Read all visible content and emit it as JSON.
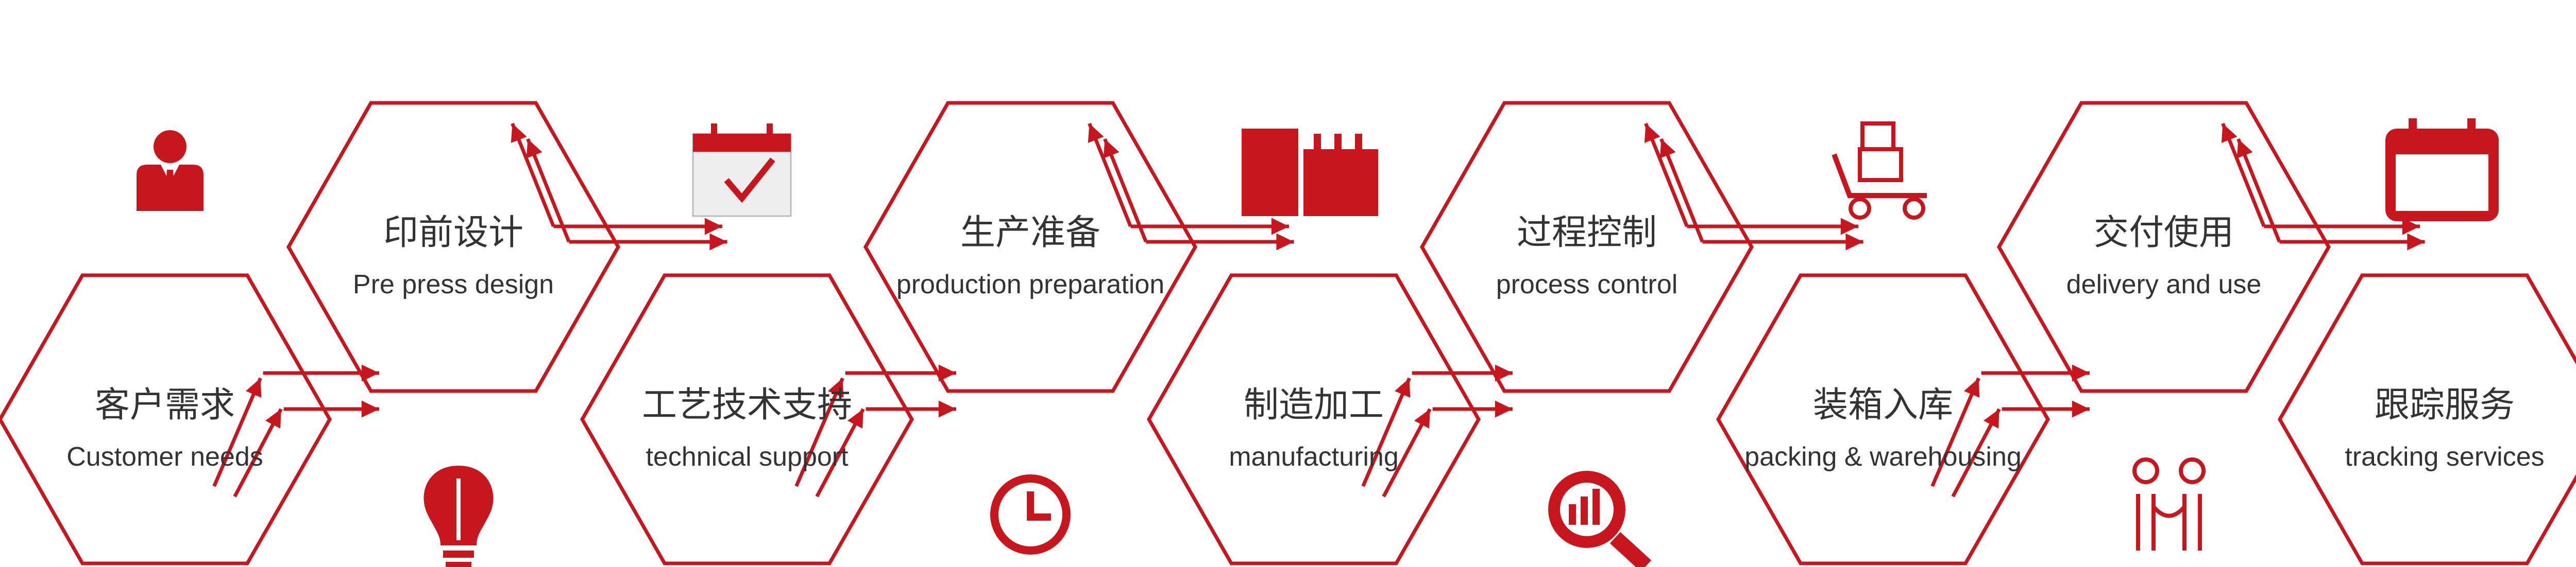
{
  "steps": [
    {
      "cn": "客户需求",
      "en": "Customer needs"
    },
    {
      "cn": "印前设计",
      "en": "Pre press design"
    },
    {
      "cn": "工艺技术支持",
      "en": "technical support"
    },
    {
      "cn": "生产准备",
      "en": "production preparation"
    },
    {
      "cn": "制造加工",
      "en": "manufacturing"
    },
    {
      "cn": "过程控制",
      "en": "process control"
    },
    {
      "cn": "装箱入库",
      "en": "packing & warehousing"
    },
    {
      "cn": "交付使用",
      "en": "delivery and use"
    },
    {
      "cn": "跟踪服务",
      "en": "tracking services"
    }
  ],
  "icons": [
    "businessman-icon",
    "calendar-check-icon",
    "factory-icon",
    "hand-truck-icon",
    "calendar-grid-icon",
    "lightbulb-icon",
    "clock-icon",
    "magnifier-chart-icon",
    "people-icon"
  ],
  "colors": {
    "accent": "#c8161e",
    "text": "#333333"
  }
}
